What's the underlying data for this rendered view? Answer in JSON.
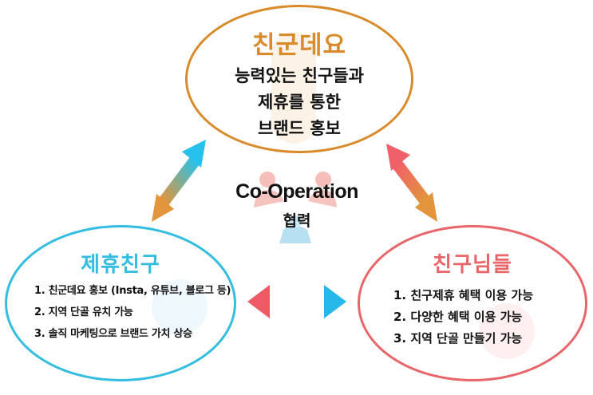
{
  "top": {
    "title": "친군데요",
    "lines": [
      "능력있는 친구들과",
      "제휴를 통한",
      "브랜드 홍보"
    ]
  },
  "center": {
    "title": "Co-Operation",
    "subtitle": "협력"
  },
  "left": {
    "title": "제휴친구",
    "items": [
      "1. 친군데요 홍보 (Insta, 유튜브, 블로그 등)",
      "2. 지역 단골 유치 가능",
      "3. 솔직 마케팅으로 브랜드 가치 상승"
    ]
  },
  "right": {
    "title": "친구님들",
    "items": [
      "1. 친구제휴 혜택 이용 가능",
      "2. 다양한 혜택 이용 가능",
      "3. 지역 단골 만들기 가능"
    ]
  },
  "colors": {
    "orange": "#d98b2b",
    "cyan": "#33bde0",
    "coral": "#e8666a"
  },
  "icons": {
    "center": "people-handshake-icon",
    "arrows": "double-headed-arrow-icon"
  }
}
